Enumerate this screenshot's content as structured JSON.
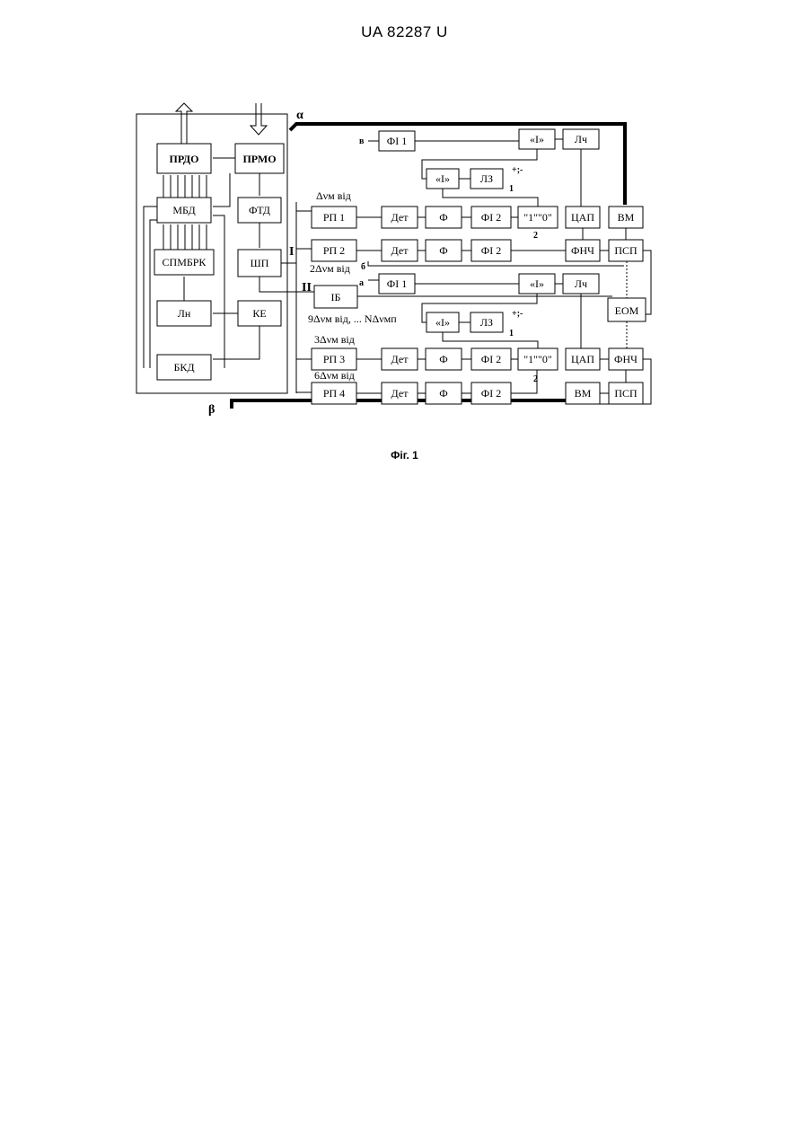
{
  "header": "UA   82287   U",
  "caption": "Фіг. 1",
  "blocks": {
    "prdo": "ПРДО",
    "prmo": "ПРМО",
    "mbd": "МБД",
    "ftd": "ФТД",
    "spmbrk": "СПМБРК",
    "shp": "ШП",
    "ln": "Лн",
    "ke": "КЕ",
    "bkd": "БКД",
    "ib": "ІБ",
    "eom": "ЕОМ",
    "fi1_top": "ФІ 1",
    "fi1_bot": "ФІ 1",
    "i_top": "«І»",
    "i_bot": "«І»",
    "lch_top": "Лч",
    "lch_bot": "Лч",
    "i2_top": "«І»",
    "i2_bot": "«І»",
    "lz_top": "ЛЗ",
    "lz_bot": "ЛЗ",
    "rp1": "РП 1",
    "rp2": "РП 2",
    "rp3": "РП 3",
    "rp4": "РП 4",
    "det1": "Дет",
    "det2": "Дет",
    "det3": "Дет",
    "det4": "Дет",
    "f1": "Ф",
    "f2": "Ф",
    "f3": "Ф",
    "f4": "Ф",
    "fi2_1": "ФІ 2",
    "fi2_2": "ФІ 2",
    "fi2_3": "ФІ 2",
    "fi2_4": "ФІ 2",
    "sw_top": "\"1\"\"0\"",
    "sw_bot": "\"1\"\"0\"",
    "cap_top": "ЦАП",
    "cap_bot": "ЦАП",
    "fnch_top": "ФНЧ",
    "fnch_bot": "ФНЧ",
    "vm_top": "ВМ",
    "vm_bot": "ВМ",
    "psp_top": "ПСП",
    "psp_bot": "ПСП"
  },
  "labels": {
    "alpha": "α",
    "beta": "β",
    "in_I": "I",
    "in_II": "II",
    "a_top": "в",
    "a_bot": "а",
    "b_mid": "б",
    "pm_top": "+;-",
    "pm_bot": "+;-",
    "n1_top": "1",
    "n1_bot": "1",
    "n2_top": "2",
    "n2_bot": "2",
    "dv1": "Δνм від",
    "dv2": "2Δνм від",
    "dv9": "9Δνм від, ... NΔνмп",
    "dv3": "3Δνм від",
    "dv6": "6Δνм від"
  }
}
